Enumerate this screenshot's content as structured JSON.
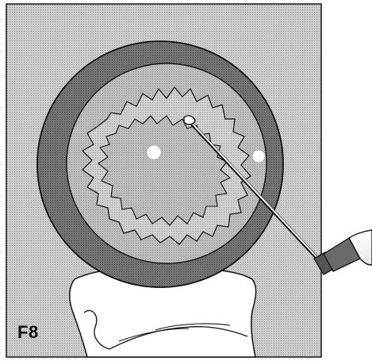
{
  "figure": {
    "label": "F8"
  },
  "parts": {
    "background": "stippled-square-background",
    "outer_ring": "dark-stippled-outer-ring",
    "inner_disc": "light-stippled-inner-disc",
    "irregular_zone_outer": "jagged-outer-zone",
    "irregular_zone_inner": "jagged-inner-zone",
    "holes": [
      "white-hole",
      "white-hole"
    ],
    "probe": "needle-probe-with-handle",
    "holder": "white-holder-base"
  },
  "colors": {
    "background": "#c9c9c9",
    "outer_ring": "#6e6e6e",
    "inner_disc": "#bdbdbd",
    "jagged_outer": "#d2d2d2",
    "jagged_inner": "#bcbcbc",
    "holes": "#ffffff",
    "holder": "#ffffff",
    "outline": "#111111"
  }
}
